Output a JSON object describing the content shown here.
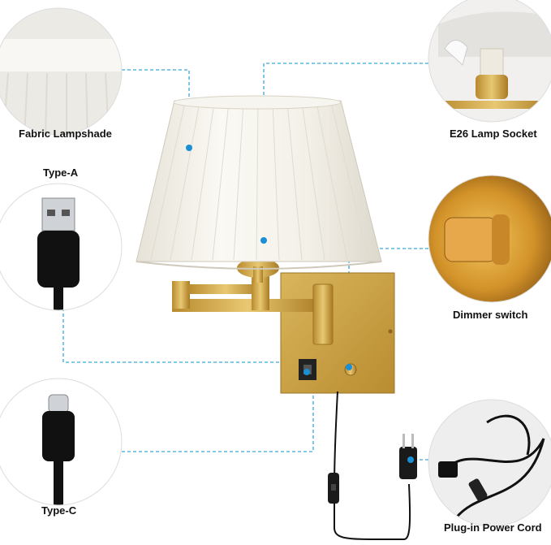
{
  "callouts": {
    "fabric_lampshade": "Fabric Lampshade",
    "e26_lamp_socket": "E26 Lamp Socket",
    "type_a": "Type-A",
    "dimmer_switch": "Dimmer switch",
    "type_c": "Type-C",
    "plug_in_power_cord": "Plug-in Power Cord"
  },
  "colors": {
    "accent_dot": "#1a8fd6",
    "leader_line": "#3aa6e0",
    "brass": "#c9a24a",
    "shade": "#f4f1ea"
  }
}
